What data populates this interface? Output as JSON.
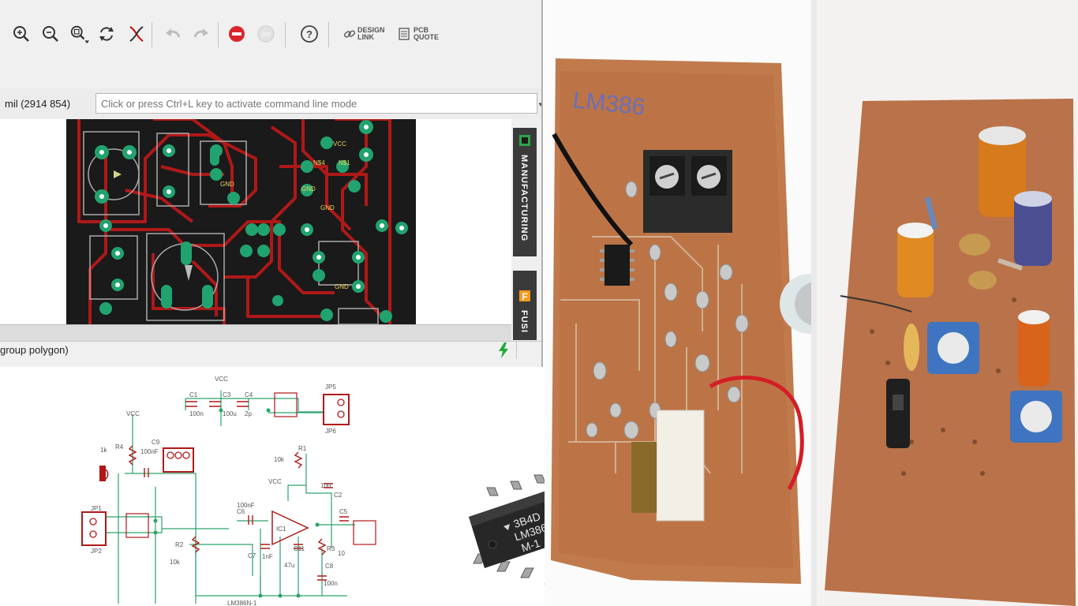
{
  "toolbar": {
    "buttons": [
      {
        "name": "zoom-in-icon"
      },
      {
        "name": "zoom-out-icon"
      },
      {
        "name": "zoom-window-icon"
      },
      {
        "name": "redraw-icon"
      },
      {
        "name": "ratsnest-icon"
      },
      {
        "name": "undo-icon"
      },
      {
        "name": "redo-icon"
      },
      {
        "name": "stop-icon"
      },
      {
        "name": "go-icon"
      },
      {
        "name": "help-icon"
      }
    ],
    "design_link": {
      "line1": "DESIGN",
      "line2": "LINK",
      "icon": "link-icon"
    },
    "pcb_quote": {
      "line1": "PCB",
      "line2": "QUOTE",
      "icon": "quote-icon"
    }
  },
  "command_line": {
    "coordinates": "mil (2914 854)",
    "placeholder": "Click or press Ctrl+L key to activate command line mode"
  },
  "side_tabs": {
    "manufacturing": "MANUFACTURING",
    "fusion": "FUSI"
  },
  "status_bar": {
    "text": "group polygon)"
  },
  "board_labels": {
    "vcc": "VCC",
    "n4": "N$4",
    "gnd": "GND",
    "n1": "N$1"
  },
  "schematic": {
    "vcc": "VCC",
    "c1": "C1",
    "c2": "C2",
    "c3": "C3",
    "c4": "C4",
    "c5": "C5",
    "c6": "C6",
    "c7": "C7",
    "c8": "C8",
    "c9": "C9",
    "c10": "C10",
    "c11": "C11",
    "r1": "R1",
    "r2": "R2",
    "r3": "R3",
    "r4": "R4",
    "jp1": "JP1",
    "jp2": "JP2",
    "jp5": "JP5",
    "jp6": "JP6",
    "ic1": "IC1",
    "v100n": "100n",
    "v100u": "100u",
    "v2p": "2p",
    "v1k": "1k",
    "v100nf": "100nF",
    "v10k": "10k",
    "v10u": "10u",
    "v1nf": "1nF",
    "v47u": "47u",
    "v10": "10",
    "part": "LM386N-1"
  },
  "chip": {
    "line1": "3B4D",
    "line2": "LM386",
    "line3": "M-1"
  },
  "photo": {
    "label": "LM386"
  }
}
